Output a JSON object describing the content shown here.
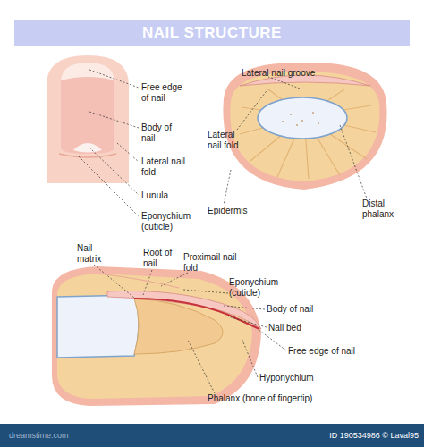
{
  "diagram": {
    "title": "NAIL STRUCTURE",
    "labels": [
      "Free edge of nail",
      "Body of nail",
      "Lateral nail fold",
      "Lunula",
      "Eponychium (cuticle)",
      "Lateral nail groove",
      "Lateral nail fold",
      "Epidermis",
      "Distal phalanx",
      "Nail matrix",
      "Root of nail",
      "Proximail nail fold",
      "Eponychium (cuticle)",
      "Body of nail",
      "Nail bed",
      "Free edge of nail",
      "Hyponychium",
      "Phalanx (bone of fingertip)",
      "dreamstime.com",
      "ID 190534986 © Laval95"
    ]
  }
}
